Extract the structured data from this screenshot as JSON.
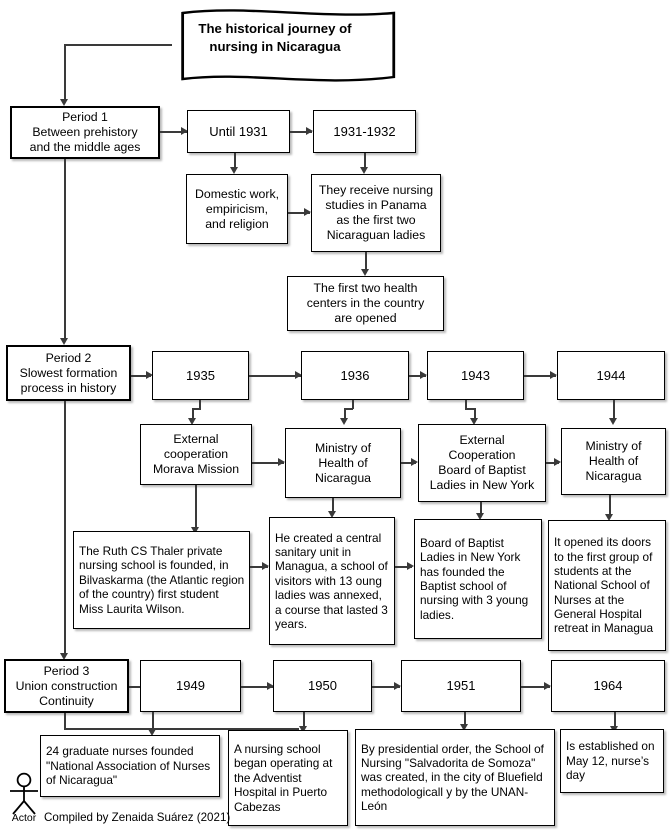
{
  "title": {
    "line1": "The historical journey of",
    "line2": "nursing in Nicaragua"
  },
  "periods": [
    {
      "id": "period-1",
      "label": "Period 1\nBetween prehistory\nand the middle ages"
    },
    {
      "id": "period-2",
      "label": "Period 2\nSlowest formation\nprocess in history"
    },
    {
      "id": "period-3",
      "label": "Period 3\nUnion construction\nContinuity"
    }
  ],
  "period1": {
    "nodes": [
      {
        "id": "until-1931",
        "label": "Until 1931"
      },
      {
        "id": "1931-1932",
        "label": "1931-1932"
      },
      {
        "id": "domestic-work",
        "label": "Domestic work,\nempiricism,\nand religion"
      },
      {
        "id": "panama-studies",
        "label": "They receive nursing\nstudies in Panama\nas the first two\nNicaraguan ladies"
      },
      {
        "id": "health-centers",
        "label": "The first two health\ncenters in the country\nare opened"
      }
    ]
  },
  "period2": {
    "years": [
      "1935",
      "1936",
      "1943",
      "1944"
    ],
    "orgs": [
      "External\ncooperation\nMorava Mission",
      "Ministry of\nHealth of\nNicaragua",
      "External\nCooperation\nBoard of Baptist\nLadies in New York",
      "Ministry of\nHealth of\nNicaragua"
    ],
    "details": [
      "The Ruth CS Thaler private nursing school is founded, in Bilvaskarma (the Atlantic region of the country) first student Miss Laurita Wilson.",
      "He created a central sanitary unit in Managua, a school of visitors with 13 oung ladies was annexed, a course that lasted 3 years.",
      "Board of Baptist Ladies in New York has founded the Baptist school of nursing with 3 young ladies.",
      "It opened its doors to the first group of students at the National School of Nurses at the General Hospital retreat in Managua"
    ]
  },
  "period3": {
    "years": [
      "1949",
      "1950",
      "1951",
      "1964"
    ],
    "details": [
      "24 graduate nurses founded \"National Association of Nurses of Nicaragua\"",
      "A nursing school began operating at the Adventist Hospital in Puerto Cabezas",
      "By presidential order, the School of Nursing \"Salvadorita de Somoza\" was created, in the city of Bluefield methodologicall y by the UNAN-León",
      "Is established on May 12, nurse’s day"
    ]
  },
  "footer": {
    "actor_label": "Actor",
    "caption": "Compiled by Zenaida Suárez (2021)"
  },
  "colors": {
    "stroke": "#000000",
    "connector": "#3a3a3a",
    "background": "#ffffff"
  }
}
